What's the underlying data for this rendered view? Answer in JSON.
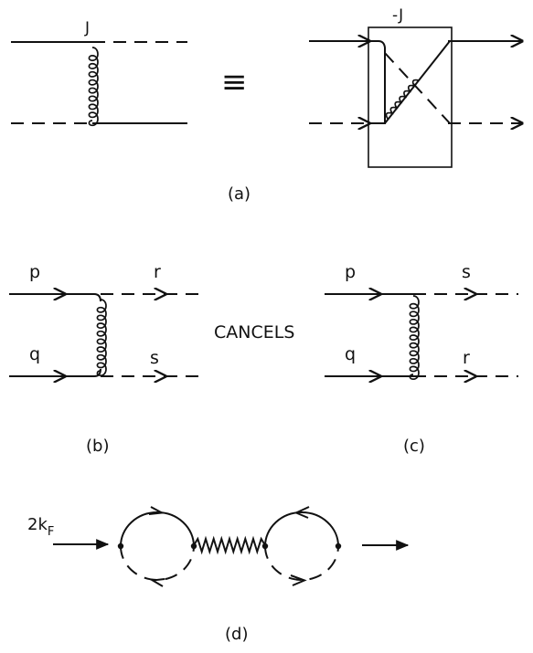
{
  "panel_a": {
    "left_label": "J",
    "equiv_symbol": "≡",
    "right_label": "-J",
    "caption": "(a)"
  },
  "panel_b": {
    "top_in": "p",
    "top_out": "r",
    "bottom_in": "q",
    "bottom_out": "s",
    "caption": "(b)"
  },
  "middle_text": "CANCELS",
  "panel_c": {
    "top_in": "p",
    "top_out": "s",
    "bottom_in": "q",
    "bottom_out": "r",
    "caption": "(c)"
  },
  "panel_d": {
    "momentum_label": "2k",
    "momentum_subscript": "F",
    "caption": "(d)"
  }
}
